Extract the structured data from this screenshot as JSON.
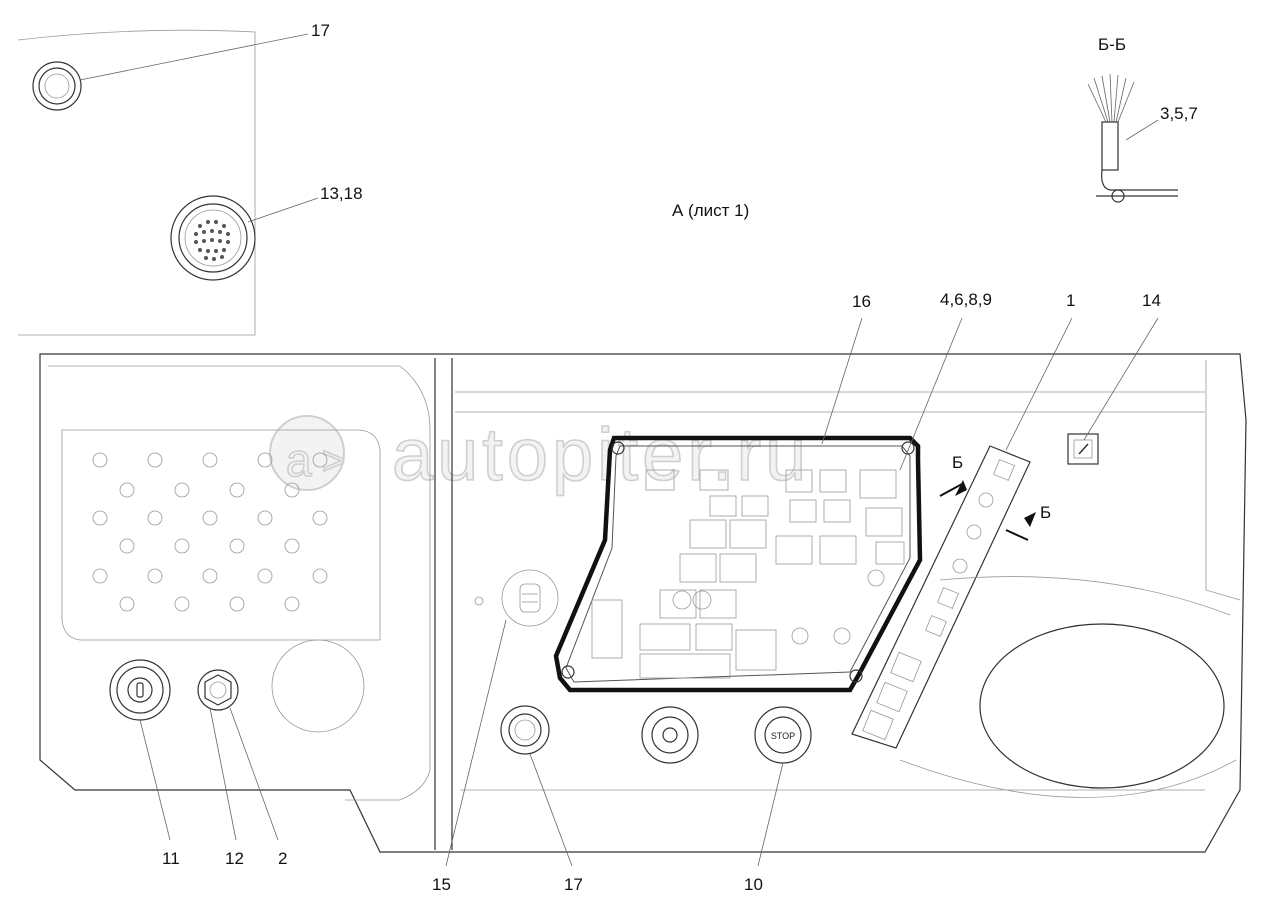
{
  "watermark": "autopiter.ru",
  "view_label": "А (лист 1)",
  "section": {
    "title": "Б-Б",
    "callout": "3,5,7"
  },
  "section_marks": {
    "left": "Б",
    "right": "Б"
  },
  "callouts": {
    "c17_top": "17",
    "c13_18": "13,18",
    "c16": "16",
    "c4_6_8_9": "4,6,8,9",
    "c1": "1",
    "c14": "14",
    "c11": "11",
    "c12": "12",
    "c2": "2",
    "c15": "15",
    "c17_bottom": "17",
    "c10": "10"
  },
  "button_text": {
    "stop": "STOP"
  }
}
